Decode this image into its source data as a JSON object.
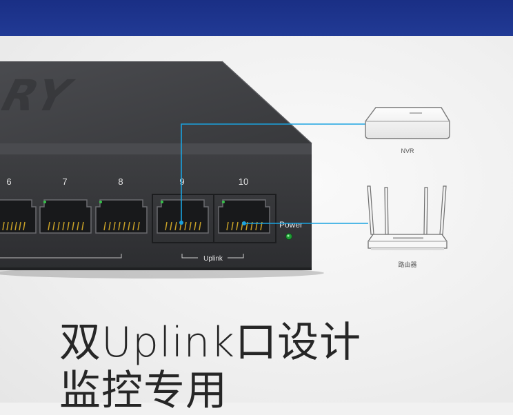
{
  "ports": {
    "p6": "6",
    "p7": "7",
    "p8": "8",
    "p9": "9",
    "p10": "10"
  },
  "labels": {
    "power": "Power",
    "uplink": "Uplink",
    "nvr": "NVR",
    "router": "路由器"
  },
  "headline": {
    "line1": "双Uplink口设计",
    "line2": "监控专用"
  },
  "colors": {
    "top_band": "#1f3691",
    "connection_line": "#1aa3e0",
    "switch_body": "#3c3d40"
  }
}
